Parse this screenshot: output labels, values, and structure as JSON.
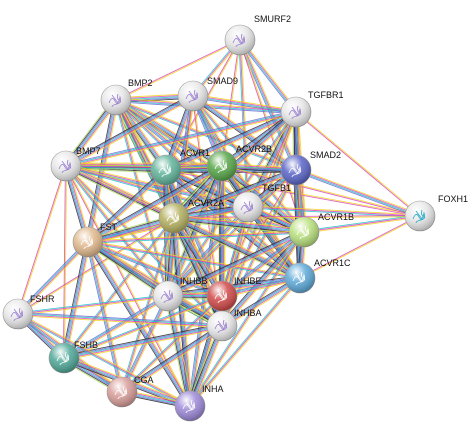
{
  "network": {
    "edge_colors": [
      "#f2d21c",
      "#d946b8",
      "#22c1c8",
      "#6b6bd6",
      "#2b2b2b",
      "#b2e066",
      "#4a8f4a",
      "#c23a3a"
    ],
    "nodes": [
      {
        "id": "SMURF2",
        "label": "SMURF2",
        "color": "#e8e8e8",
        "glyph": "#9a7fd0"
      },
      {
        "id": "BMP2",
        "label": "BMP2",
        "color": "#e8e8e8",
        "glyph": "#9a7fd0"
      },
      {
        "id": "SMAD9",
        "label": "SMAD9",
        "color": "#e8e8e8",
        "glyph": "#9a7fd0"
      },
      {
        "id": "TGFBR1",
        "label": "TGFBR1",
        "color": "#e8e8e8",
        "glyph": "#9a7fd0"
      },
      {
        "id": "BMP7",
        "label": "BMP7",
        "color": "#e8e8e8",
        "glyph": "#9a7fd0"
      },
      {
        "id": "ACVR1",
        "label": "ACVR1",
        "color": "#5fb39a",
        "glyph": "#ffffff"
      },
      {
        "id": "ACVR2B",
        "label": "ACVR2B",
        "color": "#56a548",
        "glyph": "#ffffff"
      },
      {
        "id": "SMAD2",
        "label": "SMAD2",
        "color": "#5a64c8",
        "glyph": "#ffffff"
      },
      {
        "id": "TGFB1",
        "label": "TGFB1",
        "color": "#e8e8e8",
        "glyph": "#9a7fd0"
      },
      {
        "id": "FOXH1",
        "label": "FOXH1",
        "color": "#e8e8e8",
        "glyph": "#22a8c8"
      },
      {
        "id": "ACVR2A",
        "label": "ACVR2A",
        "color": "#b4b060",
        "glyph": "#ffffff"
      },
      {
        "id": "FST",
        "label": "FST",
        "color": "#e0b88c",
        "glyph": "#ffffff"
      },
      {
        "id": "ACVR1B",
        "label": "ACVR1B",
        "color": "#b8e07c",
        "glyph": "#ffffff"
      },
      {
        "id": "ACVR1C",
        "label": "ACVR1C",
        "color": "#5ca8d8",
        "glyph": "#ffffff"
      },
      {
        "id": "INHBB",
        "label": "INHBB",
        "color": "#e8e8e8",
        "glyph": "#9a7fd0"
      },
      {
        "id": "INHBE",
        "label": "INHBE",
        "color": "#d04848",
        "glyph": "#ffffff"
      },
      {
        "id": "INHBA",
        "label": "INHBA",
        "color": "#e8e8e8",
        "glyph": "#9a7fd0"
      },
      {
        "id": "FSHR",
        "label": "FSHR",
        "color": "#e8e8e8",
        "glyph": "#9a7fd0"
      },
      {
        "id": "FSHB",
        "label": "FSHB",
        "color": "#4fa898",
        "glyph": "#ffffff"
      },
      {
        "id": "CGA",
        "label": "CGA",
        "color": "#d89c98",
        "glyph": "#ffffff"
      },
      {
        "id": "INHA",
        "label": "INHA",
        "color": "#9c88d8",
        "glyph": "#ffffff"
      }
    ],
    "edges": [
      [
        "SMURF2",
        "SMAD9",
        3
      ],
      [
        "SMURF2",
        "TGFBR1",
        4
      ],
      [
        "SMURF2",
        "SMAD2",
        4
      ],
      [
        "SMURF2",
        "ACVR2B",
        2
      ],
      [
        "SMURF2",
        "ACVR1",
        2
      ],
      [
        "SMURF2",
        "BMP2",
        2
      ],
      [
        "SMURF2",
        "TGFB1",
        3
      ],
      [
        "SMURF2",
        "ACVR1B",
        2
      ],
      [
        "BMP2",
        "SMAD9",
        5
      ],
      [
        "BMP2",
        "BMP7",
        6
      ],
      [
        "BMP2",
        "ACVR1",
        6
      ],
      [
        "BMP2",
        "ACVR2B",
        6
      ],
      [
        "BMP2",
        "ACVR2A",
        7
      ],
      [
        "BMP2",
        "FST",
        5
      ],
      [
        "BMP2",
        "TGFBR1",
        4
      ],
      [
        "BMP2",
        "SMAD2",
        3
      ],
      [
        "BMP2",
        "TGFB1",
        4
      ],
      [
        "BMP2",
        "INHBA",
        3
      ],
      [
        "BMP2",
        "INHBB",
        3
      ],
      [
        "BMP2",
        "ACVR1B",
        3
      ],
      [
        "BMP2",
        "ACVR1C",
        3
      ],
      [
        "BMP2",
        "INHBE",
        2
      ],
      [
        "SMAD9",
        "TGFBR1",
        4
      ],
      [
        "SMAD9",
        "ACVR1",
        5
      ],
      [
        "SMAD9",
        "ACVR2B",
        4
      ],
      [
        "SMAD9",
        "ACVR2A",
        4
      ],
      [
        "SMAD9",
        "SMAD2",
        5
      ],
      [
        "SMAD9",
        "BMP7",
        5
      ],
      [
        "SMAD9",
        "TGFB1",
        4
      ],
      [
        "SMAD9",
        "ACVR1B",
        3
      ],
      [
        "SMAD9",
        "ACVR1C",
        3
      ],
      [
        "SMAD9",
        "INHBA",
        2
      ],
      [
        "SMAD9",
        "INHBB",
        2
      ],
      [
        "TGFBR1",
        "SMAD2",
        6
      ],
      [
        "TGFBR1",
        "TGFB1",
        6
      ],
      [
        "TGFBR1",
        "ACVR1",
        5
      ],
      [
        "TGFBR1",
        "ACVR2B",
        5
      ],
      [
        "TGFBR1",
        "ACVR2A",
        5
      ],
      [
        "TGFBR1",
        "ACVR1B",
        5
      ],
      [
        "TGFBR1",
        "ACVR1C",
        5
      ],
      [
        "TGFBR1",
        "FOXH1",
        2
      ],
      [
        "TGFBR1",
        "BMP7",
        4
      ],
      [
        "TGFBR1",
        "INHBA",
        3
      ],
      [
        "TGFBR1",
        "INHBB",
        3
      ],
      [
        "TGFBR1",
        "INHBE",
        2
      ],
      [
        "BMP7",
        "ACVR1",
        6
      ],
      [
        "BMP7",
        "ACVR2B",
        6
      ],
      [
        "BMP7",
        "ACVR2A",
        6
      ],
      [
        "BMP7",
        "FST",
        5
      ],
      [
        "BMP7",
        "SMAD2",
        3
      ],
      [
        "BMP7",
        "TGFB1",
        4
      ],
      [
        "BMP7",
        "INHBA",
        3
      ],
      [
        "BMP7",
        "INHBB",
        3
      ],
      [
        "BMP7",
        "ACVR1B",
        3
      ],
      [
        "BMP7",
        "FSHB",
        2
      ],
      [
        "BMP7",
        "FSHR",
        2
      ],
      [
        "BMP7",
        "INHA",
        2
      ],
      [
        "BMP7",
        "ACVR1C",
        2
      ],
      [
        "ACVR1",
        "ACVR2B",
        7
      ],
      [
        "ACVR1",
        "ACVR2A",
        7
      ],
      [
        "ACVR1",
        "SMAD2",
        5
      ],
      [
        "ACVR1",
        "TGFB1",
        5
      ],
      [
        "ACVR1",
        "FST",
        5
      ],
      [
        "ACVR1",
        "INHBA",
        5
      ],
      [
        "ACVR1",
        "INHBB",
        5
      ],
      [
        "ACVR1",
        "INHBE",
        4
      ],
      [
        "ACVR1",
        "ACVR1B",
        5
      ],
      [
        "ACVR1",
        "ACVR1C",
        5
      ],
      [
        "ACVR1",
        "INHA",
        3
      ],
      [
        "ACVR1",
        "FOXH1",
        2
      ],
      [
        "ACVR2B",
        "ACVR2A",
        7
      ],
      [
        "ACVR2B",
        "SMAD2",
        5
      ],
      [
        "ACVR2B",
        "TGFB1",
        5
      ],
      [
        "ACVR2B",
        "FST",
        5
      ],
      [
        "ACVR2B",
        "INHBA",
        6
      ],
      [
        "ACVR2B",
        "INHBB",
        6
      ],
      [
        "ACVR2B",
        "INHBE",
        5
      ],
      [
        "ACVR2B",
        "ACVR1B",
        6
      ],
      [
        "ACVR2B",
        "ACVR1C",
        6
      ],
      [
        "ACVR2B",
        "INHA",
        4
      ],
      [
        "ACVR2B",
        "FOXH1",
        2
      ],
      [
        "SMAD2",
        "TGFB1",
        5
      ],
      [
        "SMAD2",
        "ACVR2A",
        5
      ],
      [
        "SMAD2",
        "ACVR1B",
        6
      ],
      [
        "SMAD2",
        "ACVR1C",
        5
      ],
      [
        "SMAD2",
        "FOXH1",
        4
      ],
      [
        "SMAD2",
        "INHBA",
        3
      ],
      [
        "SMAD2",
        "INHBB",
        3
      ],
      [
        "SMAD2",
        "INHBE",
        2
      ],
      [
        "TGFB1",
        "ACVR2A",
        5
      ],
      [
        "TGFB1",
        "ACVR1B",
        5
      ],
      [
        "TGFB1",
        "ACVR1C",
        5
      ],
      [
        "TGFB1",
        "INHBA",
        4
      ],
      [
        "TGFB1",
        "INHBB",
        4
      ],
      [
        "TGFB1",
        "INHBE",
        3
      ],
      [
        "TGFB1",
        "FST",
        4
      ],
      [
        "TGFB1",
        "FOXH1",
        3
      ],
      [
        "TGFB1",
        "INHA",
        3
      ],
      [
        "FOXH1",
        "ACVR1B",
        3
      ],
      [
        "FOXH1",
        "ACVR1C",
        2
      ],
      [
        "FOXH1",
        "ACVR2A",
        2
      ],
      [
        "ACVR2A",
        "FST",
        6
      ],
      [
        "ACVR2A",
        "INHBA",
        6
      ],
      [
        "ACVR2A",
        "INHBB",
        6
      ],
      [
        "ACVR2A",
        "INHBE",
        5
      ],
      [
        "ACVR2A",
        "ACVR1B",
        6
      ],
      [
        "ACVR2A",
        "ACVR1C",
        6
      ],
      [
        "ACVR2A",
        "INHA",
        5
      ],
      [
        "ACVR2A",
        "FSHB",
        3
      ],
      [
        "ACVR2A",
        "CGA",
        3
      ],
      [
        "ACVR2A",
        "FSHR",
        2
      ],
      [
        "FST",
        "INHBA",
        6
      ],
      [
        "FST",
        "INHBB",
        6
      ],
      [
        "FST",
        "INHBE",
        4
      ],
      [
        "FST",
        "INHA",
        5
      ],
      [
        "FST",
        "FSHB",
        5
      ],
      [
        "FST",
        "FSHR",
        4
      ],
      [
        "FST",
        "CGA",
        4
      ],
      [
        "FST",
        "ACVR1B",
        3
      ],
      [
        "FST",
        "ACVR1C",
        3
      ],
      [
        "ACVR1B",
        "ACVR1C",
        5
      ],
      [
        "ACVR1B",
        "INHBA",
        5
      ],
      [
        "ACVR1B",
        "INHBB",
        5
      ],
      [
        "ACVR1B",
        "INHBE",
        4
      ],
      [
        "ACVR1B",
        "INHA",
        3
      ],
      [
        "ACVR1C",
        "INHBA",
        5
      ],
      [
        "ACVR1C",
        "INHBB",
        5
      ],
      [
        "ACVR1C",
        "INHBE",
        4
      ],
      [
        "ACVR1C",
        "INHA",
        3
      ],
      [
        "INHBB",
        "INHBE",
        6
      ],
      [
        "INHBB",
        "INHBA",
        7
      ],
      [
        "INHBB",
        "INHA",
        6
      ],
      [
        "INHBB",
        "FSHB",
        4
      ],
      [
        "INHBB",
        "CGA",
        4
      ],
      [
        "INHBB",
        "FSHR",
        3
      ],
      [
        "INHBE",
        "INHBA",
        6
      ],
      [
        "INHBE",
        "INHA",
        5
      ],
      [
        "INHBE",
        "FSHB",
        3
      ],
      [
        "INHBE",
        "CGA",
        3
      ],
      [
        "INHBA",
        "INHA",
        6
      ],
      [
        "INHBA",
        "FSHB",
        5
      ],
      [
        "INHBA",
        "CGA",
        5
      ],
      [
        "INHBA",
        "FSHR",
        4
      ],
      [
        "FSHR",
        "FSHB",
        5
      ],
      [
        "FSHR",
        "CGA",
        4
      ],
      [
        "FSHR",
        "INHA",
        3
      ],
      [
        "FSHB",
        "CGA",
        6
      ],
      [
        "FSHB",
        "INHA",
        5
      ],
      [
        "CGA",
        "INHA",
        5
      ]
    ]
  }
}
